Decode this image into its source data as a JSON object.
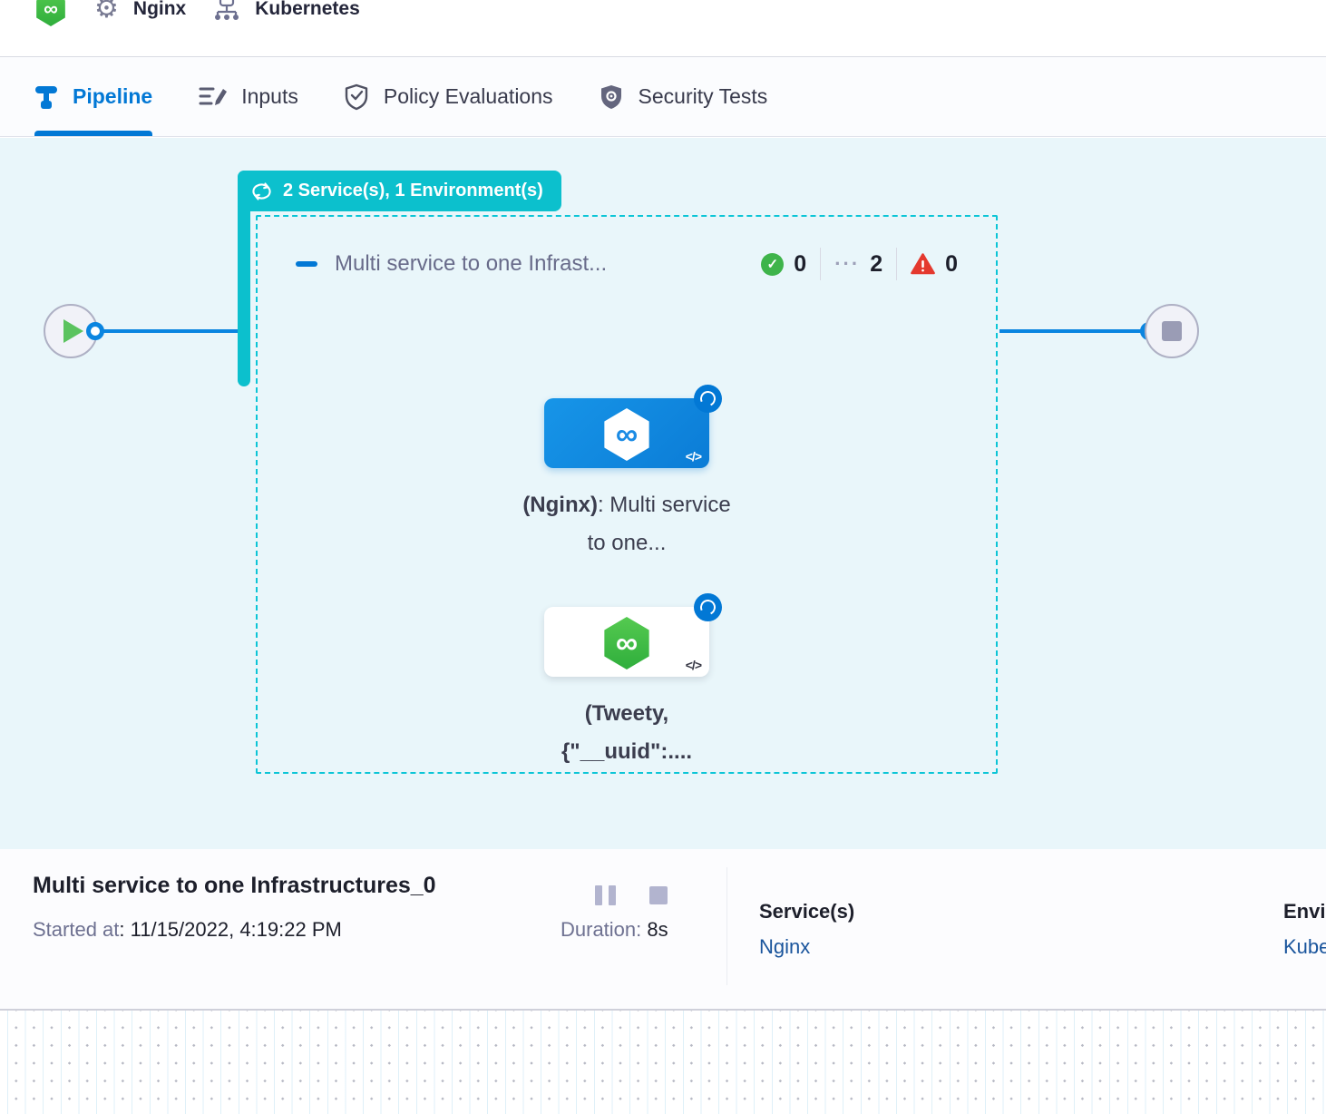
{
  "header": {
    "service_name": "Nginx",
    "environment_name": "Kubernetes",
    "gear_glyph": "⚙",
    "logo_glyph": "∞"
  },
  "tabs": [
    {
      "label": "Pipeline"
    },
    {
      "label": "Inputs"
    },
    {
      "label": "Policy Evaluations"
    },
    {
      "label": "Security Tests"
    }
  ],
  "canvas": {
    "stage_badge": "2 Service(s), 1 Environment(s)",
    "stage_title": "Multi service to one Infrast...",
    "counts": {
      "success": "0",
      "running": "2",
      "failed": "0"
    },
    "running_dots": "···",
    "check_glyph": "✓",
    "code_glyph": "</>",
    "infinity_glyph": "∞",
    "service_cards": [
      {
        "name_bold": "(Nginx)",
        "name_rest": ": Multi service to one..."
      },
      {
        "name_bold": "(Tweety, {\"__uuid\":....",
        "name_rest": ""
      }
    ]
  },
  "footer": {
    "run_title": "Multi service to one Infrastructures_0",
    "started_label": "Started at",
    "started_value": ": 11/15/2022, 4:19:22 PM",
    "duration_label": "Duration:",
    "duration_value": " 8s",
    "services_label": "Service(s)",
    "services_value": "Nginx",
    "environments_label": "Envi",
    "environments_value": "Kube"
  },
  "colors": {
    "accent_blue": "#0278d5",
    "teal": "#0cc0cd",
    "success_green": "#3eb44a",
    "failed_red": "#e4392e",
    "link_blue": "#19549c"
  }
}
